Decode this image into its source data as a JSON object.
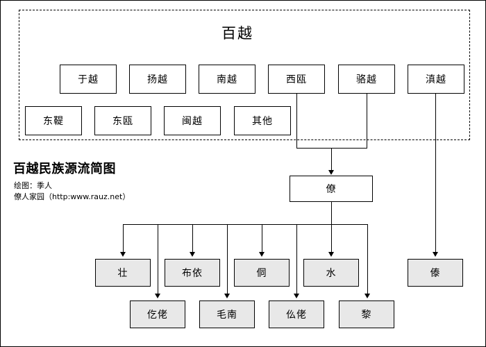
{
  "diagram": {
    "title": "百越民族源流简图",
    "credits": [
      "绘图：季人",
      "僚人家园（http:www.rauz.net）"
    ],
    "group": {
      "label": "百越",
      "style": "dashed-border"
    },
    "nodes": {
      "row1": [
        {
          "id": "yuyue",
          "label": "于越"
        },
        {
          "id": "yangyue",
          "label": "扬越"
        },
        {
          "id": "nanyue",
          "label": "南越"
        },
        {
          "id": "xiou",
          "label": "西瓯"
        },
        {
          "id": "luoyue",
          "label": "骆越"
        },
        {
          "id": "dianyue",
          "label": "滇越"
        }
      ],
      "row2": [
        {
          "id": "dongdi",
          "label": "东鞮"
        },
        {
          "id": "dongou",
          "label": "东瓯"
        },
        {
          "id": "minyue",
          "label": "闽越"
        },
        {
          "id": "qita",
          "label": "其他"
        }
      ],
      "mid": [
        {
          "id": "liao",
          "label": "僚"
        }
      ],
      "row3": [
        {
          "id": "zhuang",
          "label": "壮"
        },
        {
          "id": "buyi",
          "label": "布依"
        },
        {
          "id": "dong",
          "label": "侗"
        },
        {
          "id": "shui",
          "label": "水"
        },
        {
          "id": "dai",
          "label": "傣"
        }
      ],
      "row4": [
        {
          "id": "gelao",
          "label": "仡佬"
        },
        {
          "id": "maonan",
          "label": "毛南"
        },
        {
          "id": "mulao",
          "label": "仫佬"
        },
        {
          "id": "li",
          "label": "黎"
        }
      ]
    },
    "edges": [
      {
        "from": "xiou",
        "to": "liao"
      },
      {
        "from": "luoyue",
        "to": "liao"
      },
      {
        "from": "liao",
        "to": "zhuang"
      },
      {
        "from": "liao",
        "to": "buyi"
      },
      {
        "from": "liao",
        "to": "dong"
      },
      {
        "from": "liao",
        "to": "shui"
      },
      {
        "from": "liao",
        "to": "gelao"
      },
      {
        "from": "liao",
        "to": "maonan"
      },
      {
        "from": "liao",
        "to": "mulao"
      },
      {
        "from": "liao",
        "to": "li"
      },
      {
        "from": "dianyue",
        "to": "dai"
      }
    ],
    "colors": {
      "box_fill_white": "#ffffff",
      "box_fill_gray": "#e8e8e8",
      "line": "#000000",
      "background": "#ffffff"
    }
  }
}
